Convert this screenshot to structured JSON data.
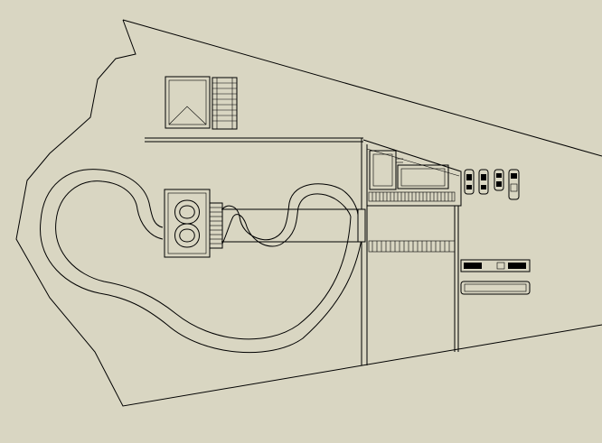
{
  "canvas": {
    "background": "#d9d6c2",
    "line_color": "#000000"
  },
  "elements": {
    "site_boundary": "site-boundary",
    "track": "race-track-loop",
    "figure_eight": "figure-eight-track",
    "serpentine": "serpentine-track",
    "building": "main-building",
    "parking": "parking-area",
    "vehicles": {
      "cars": 4,
      "trucks": 2
    }
  }
}
